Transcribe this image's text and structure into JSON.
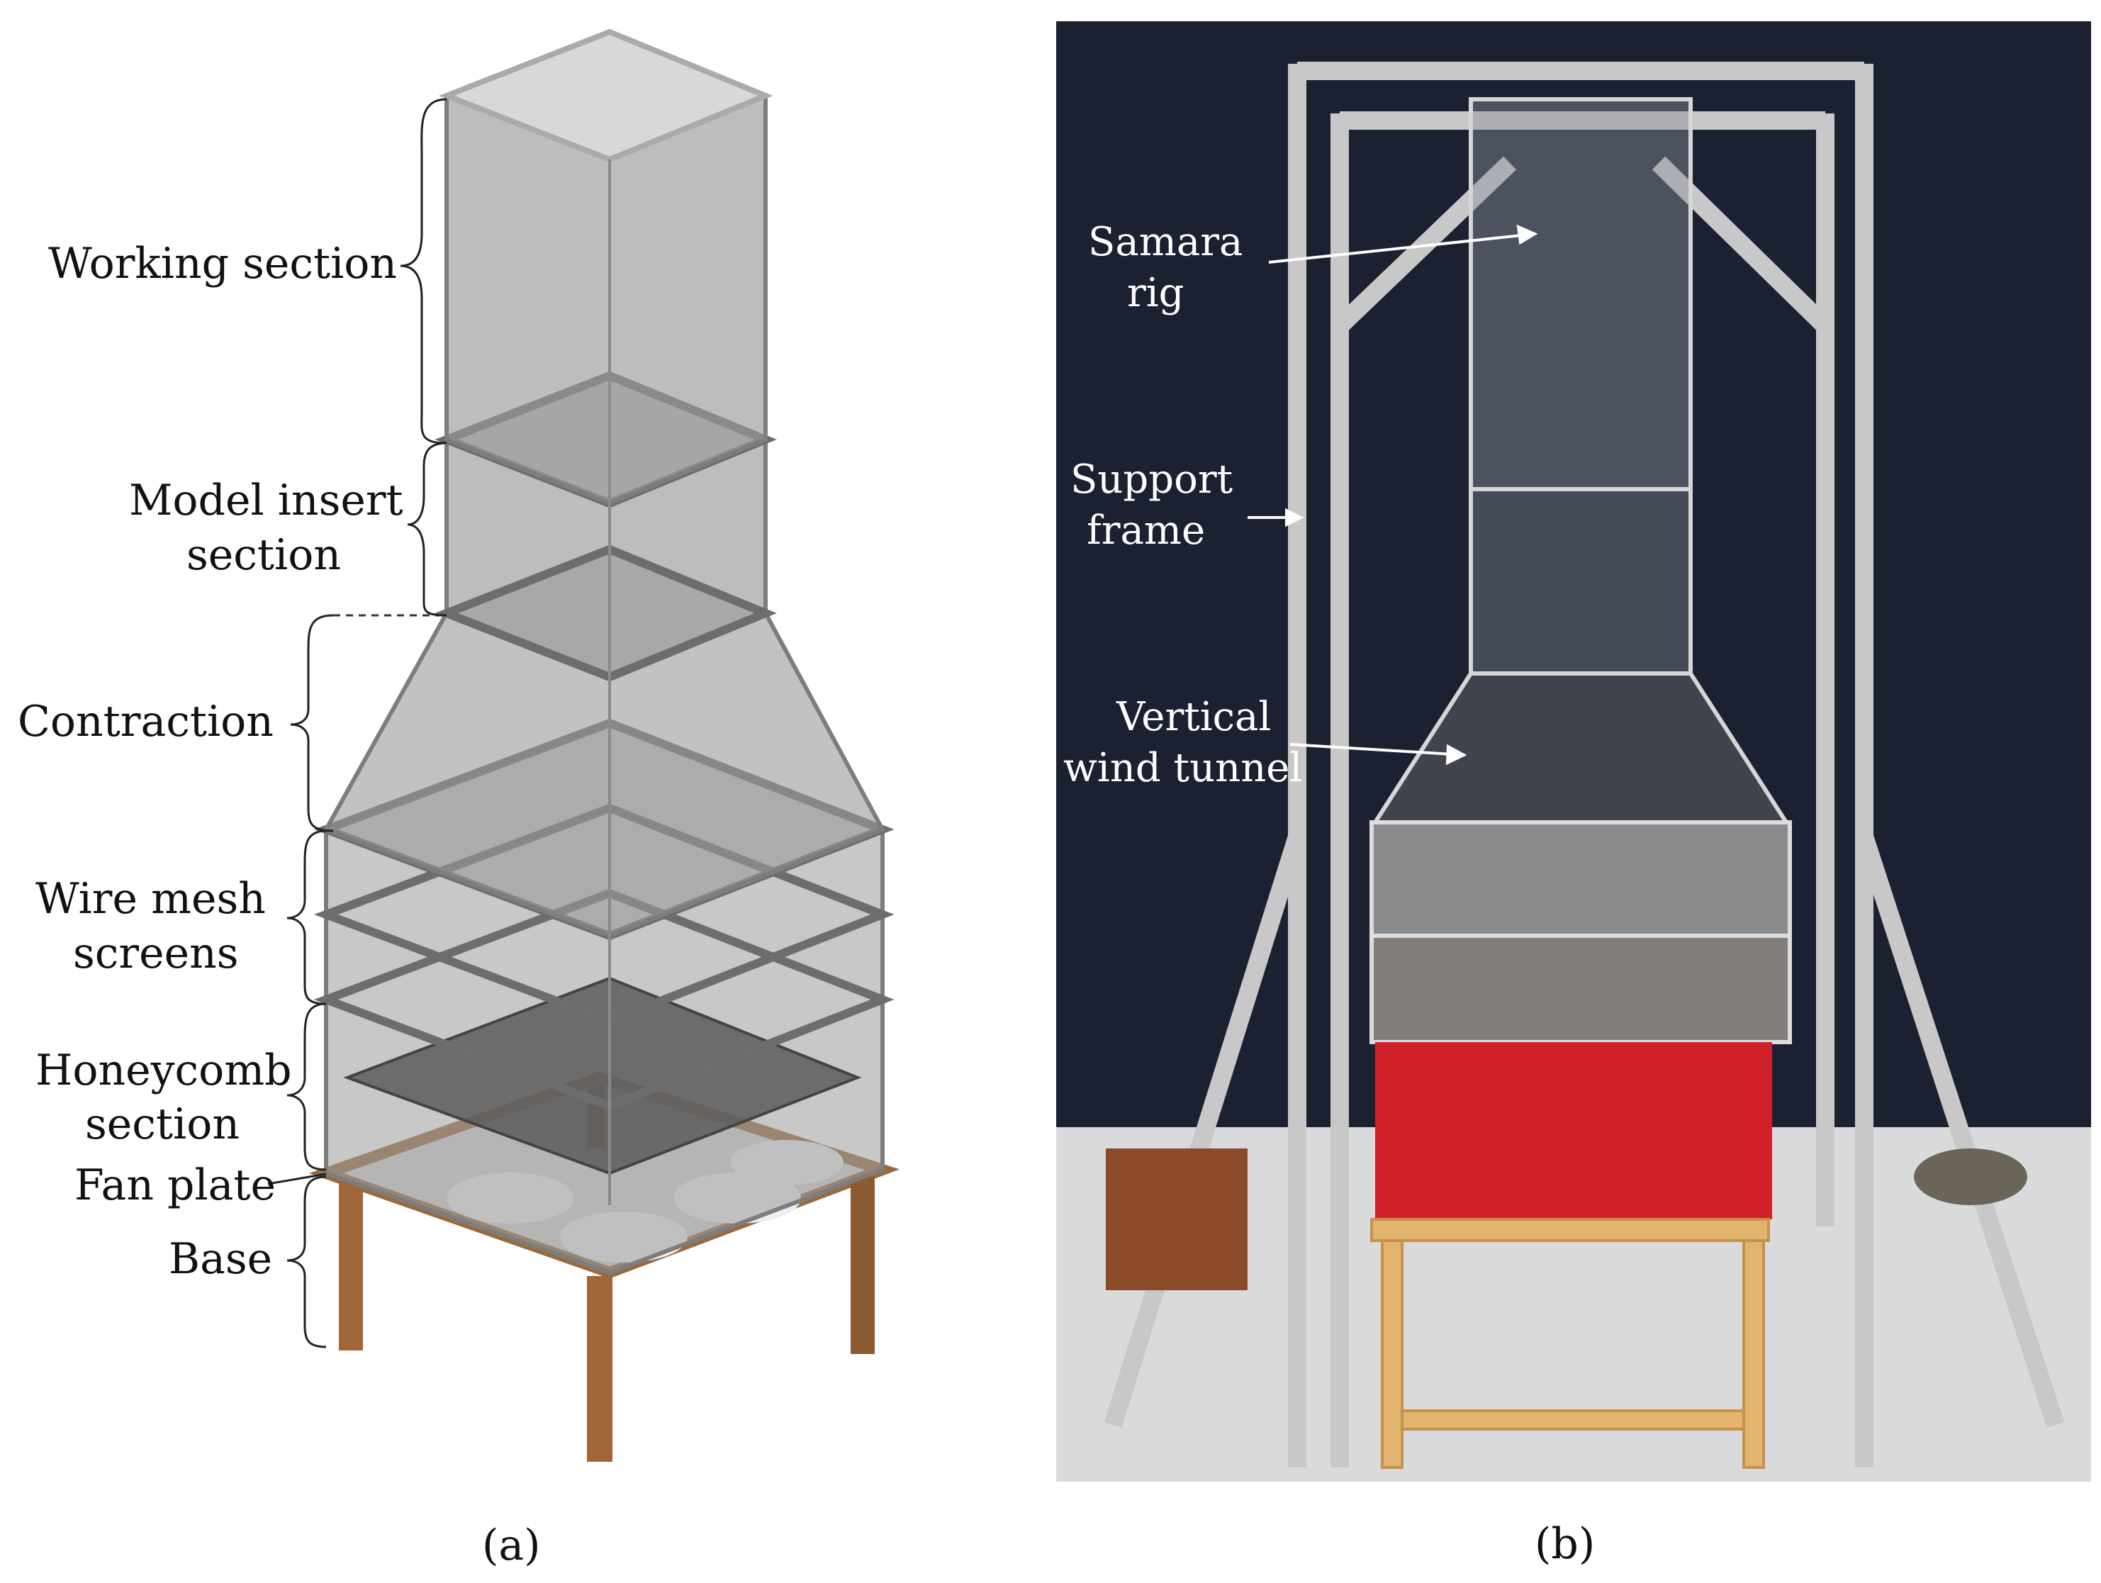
{
  "panel_a": {
    "labels": {
      "working_section": "Working section",
      "model_insert_line1": "Model insert",
      "model_insert_line2": "section",
      "contraction": "Contraction",
      "wire_mesh_line1": "Wire mesh",
      "wire_mesh_line2": "screens",
      "honeycomb_line1": "Honeycomb",
      "honeycomb_line2": "section",
      "fan_plate": "Fan plate",
      "base": "Base"
    },
    "caption": "(a)"
  },
  "panel_b": {
    "labels": {
      "samara_line1": "Samara",
      "samara_line2": "rig",
      "support_line1": "Support",
      "support_line2": "frame",
      "tunnel_line1": "Vertical",
      "tunnel_line2": "wind tunnel"
    },
    "caption": "(b)"
  },
  "colors": {
    "tunnel_gray": "#9a9a9a",
    "table_wood": "#a0663a",
    "photo_background": "#1b2131",
    "frame_aluminium": "#c8c8c8",
    "red_box": "#d0212b",
    "pine_stand": "#e2b46e"
  }
}
